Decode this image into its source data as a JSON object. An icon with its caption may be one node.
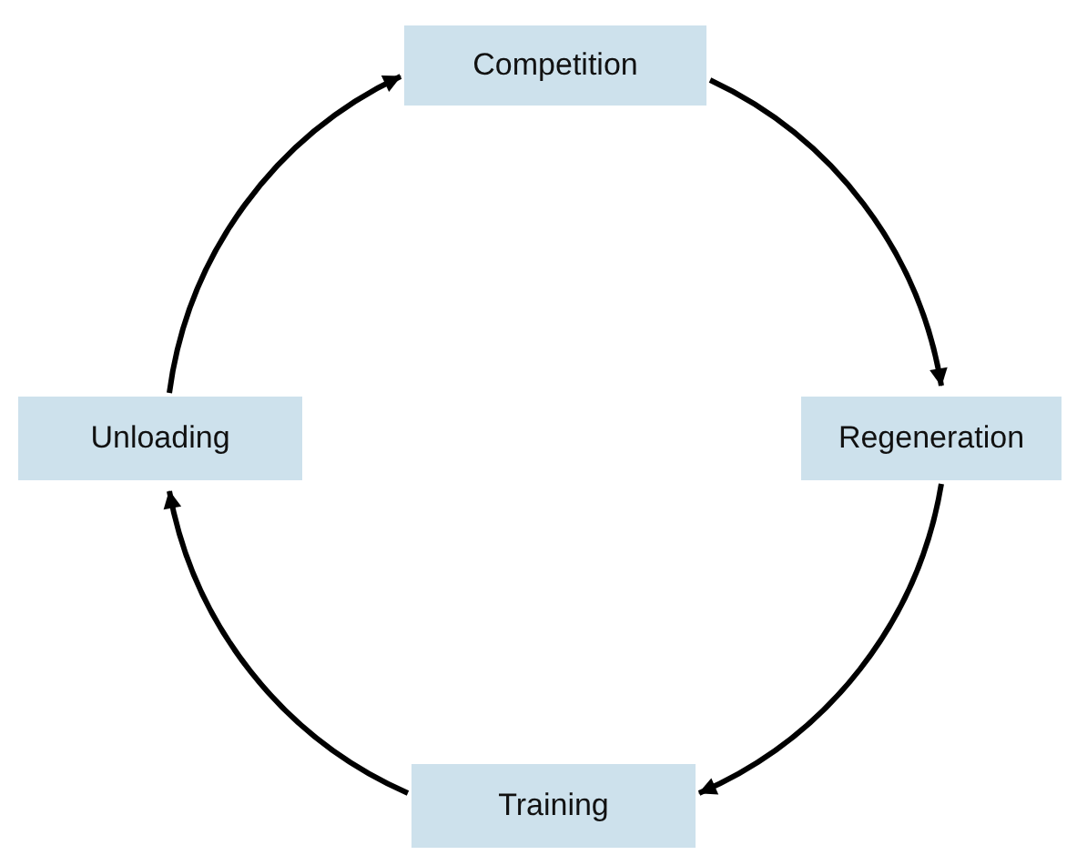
{
  "diagram": {
    "nodes": [
      {
        "text": [
          "Competition"
        ]
      },
      {
        "text": [
          "Regeneration"
        ]
      },
      {
        "text": [
          "Training"
        ]
      },
      {
        "text": [
          "Unloading"
        ]
      }
    ],
    "edges": [
      {
        "from": 0,
        "to": 1,
        "arrow": "to"
      },
      {
        "from": 1,
        "to": 2,
        "arrow": "to"
      },
      {
        "from": 2,
        "to": 3,
        "arrow": "to"
      },
      {
        "from": 3,
        "to": 0,
        "arrow": "to"
      }
    ]
  }
}
